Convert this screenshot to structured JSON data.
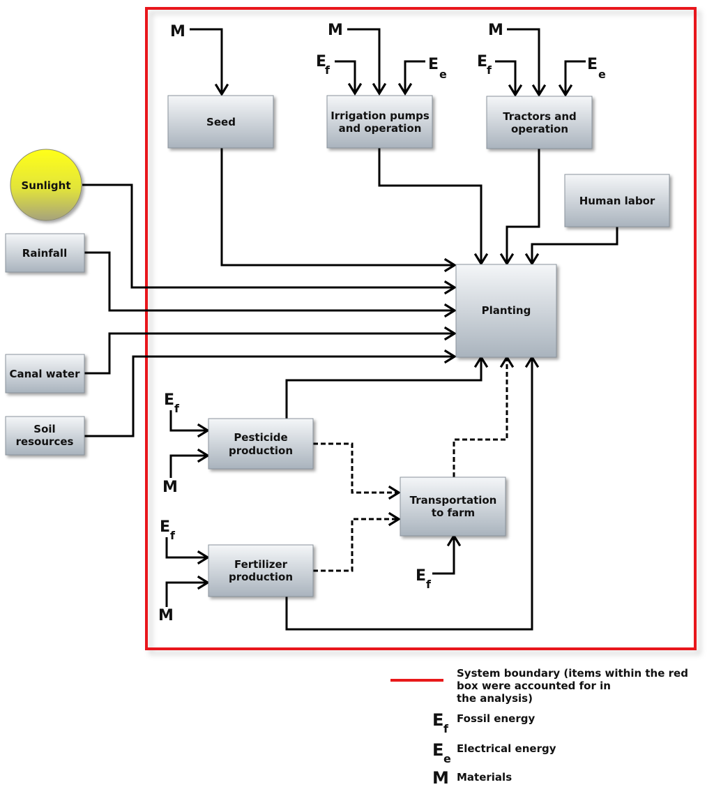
{
  "boxes": {
    "seed": [
      "Seed"
    ],
    "irrigation": [
      "Irrigation pumps",
      "and operation"
    ],
    "tractors": [
      "Tractors and",
      "operation"
    ],
    "human_labor": [
      "Human labor"
    ],
    "planting": [
      "Planting"
    ],
    "sunlight": [
      "Sunlight"
    ],
    "rainfall": [
      "Rainfall"
    ],
    "canal_water": [
      "Canal water"
    ],
    "soil": [
      "Soil",
      "resources"
    ],
    "pesticide": [
      "Pesticide",
      "production"
    ],
    "fertilizer": [
      "Fertilizer",
      "production"
    ],
    "transportation": [
      "Transportation",
      "to farm"
    ]
  },
  "symbols": {
    "materials": "M",
    "fossil": {
      "base": "E",
      "sub": "f"
    },
    "electrical": {
      "base": "E",
      "sub": "e"
    }
  },
  "legend": {
    "boundary_lines": [
      "System boundary (items within the red",
      "box were accounted for in",
      "the analysis)"
    ],
    "fossil_label": "Fossil energy",
    "electrical_label": "Electrical energy",
    "materials_label": "Materials"
  },
  "colors": {
    "boundary": "#e8191a",
    "box_top": "#f4f6f8",
    "box_bottom": "#a9b3bd",
    "sunlight_top": "#ffff1a",
    "sunlight_bottom": "#a6a27c"
  }
}
